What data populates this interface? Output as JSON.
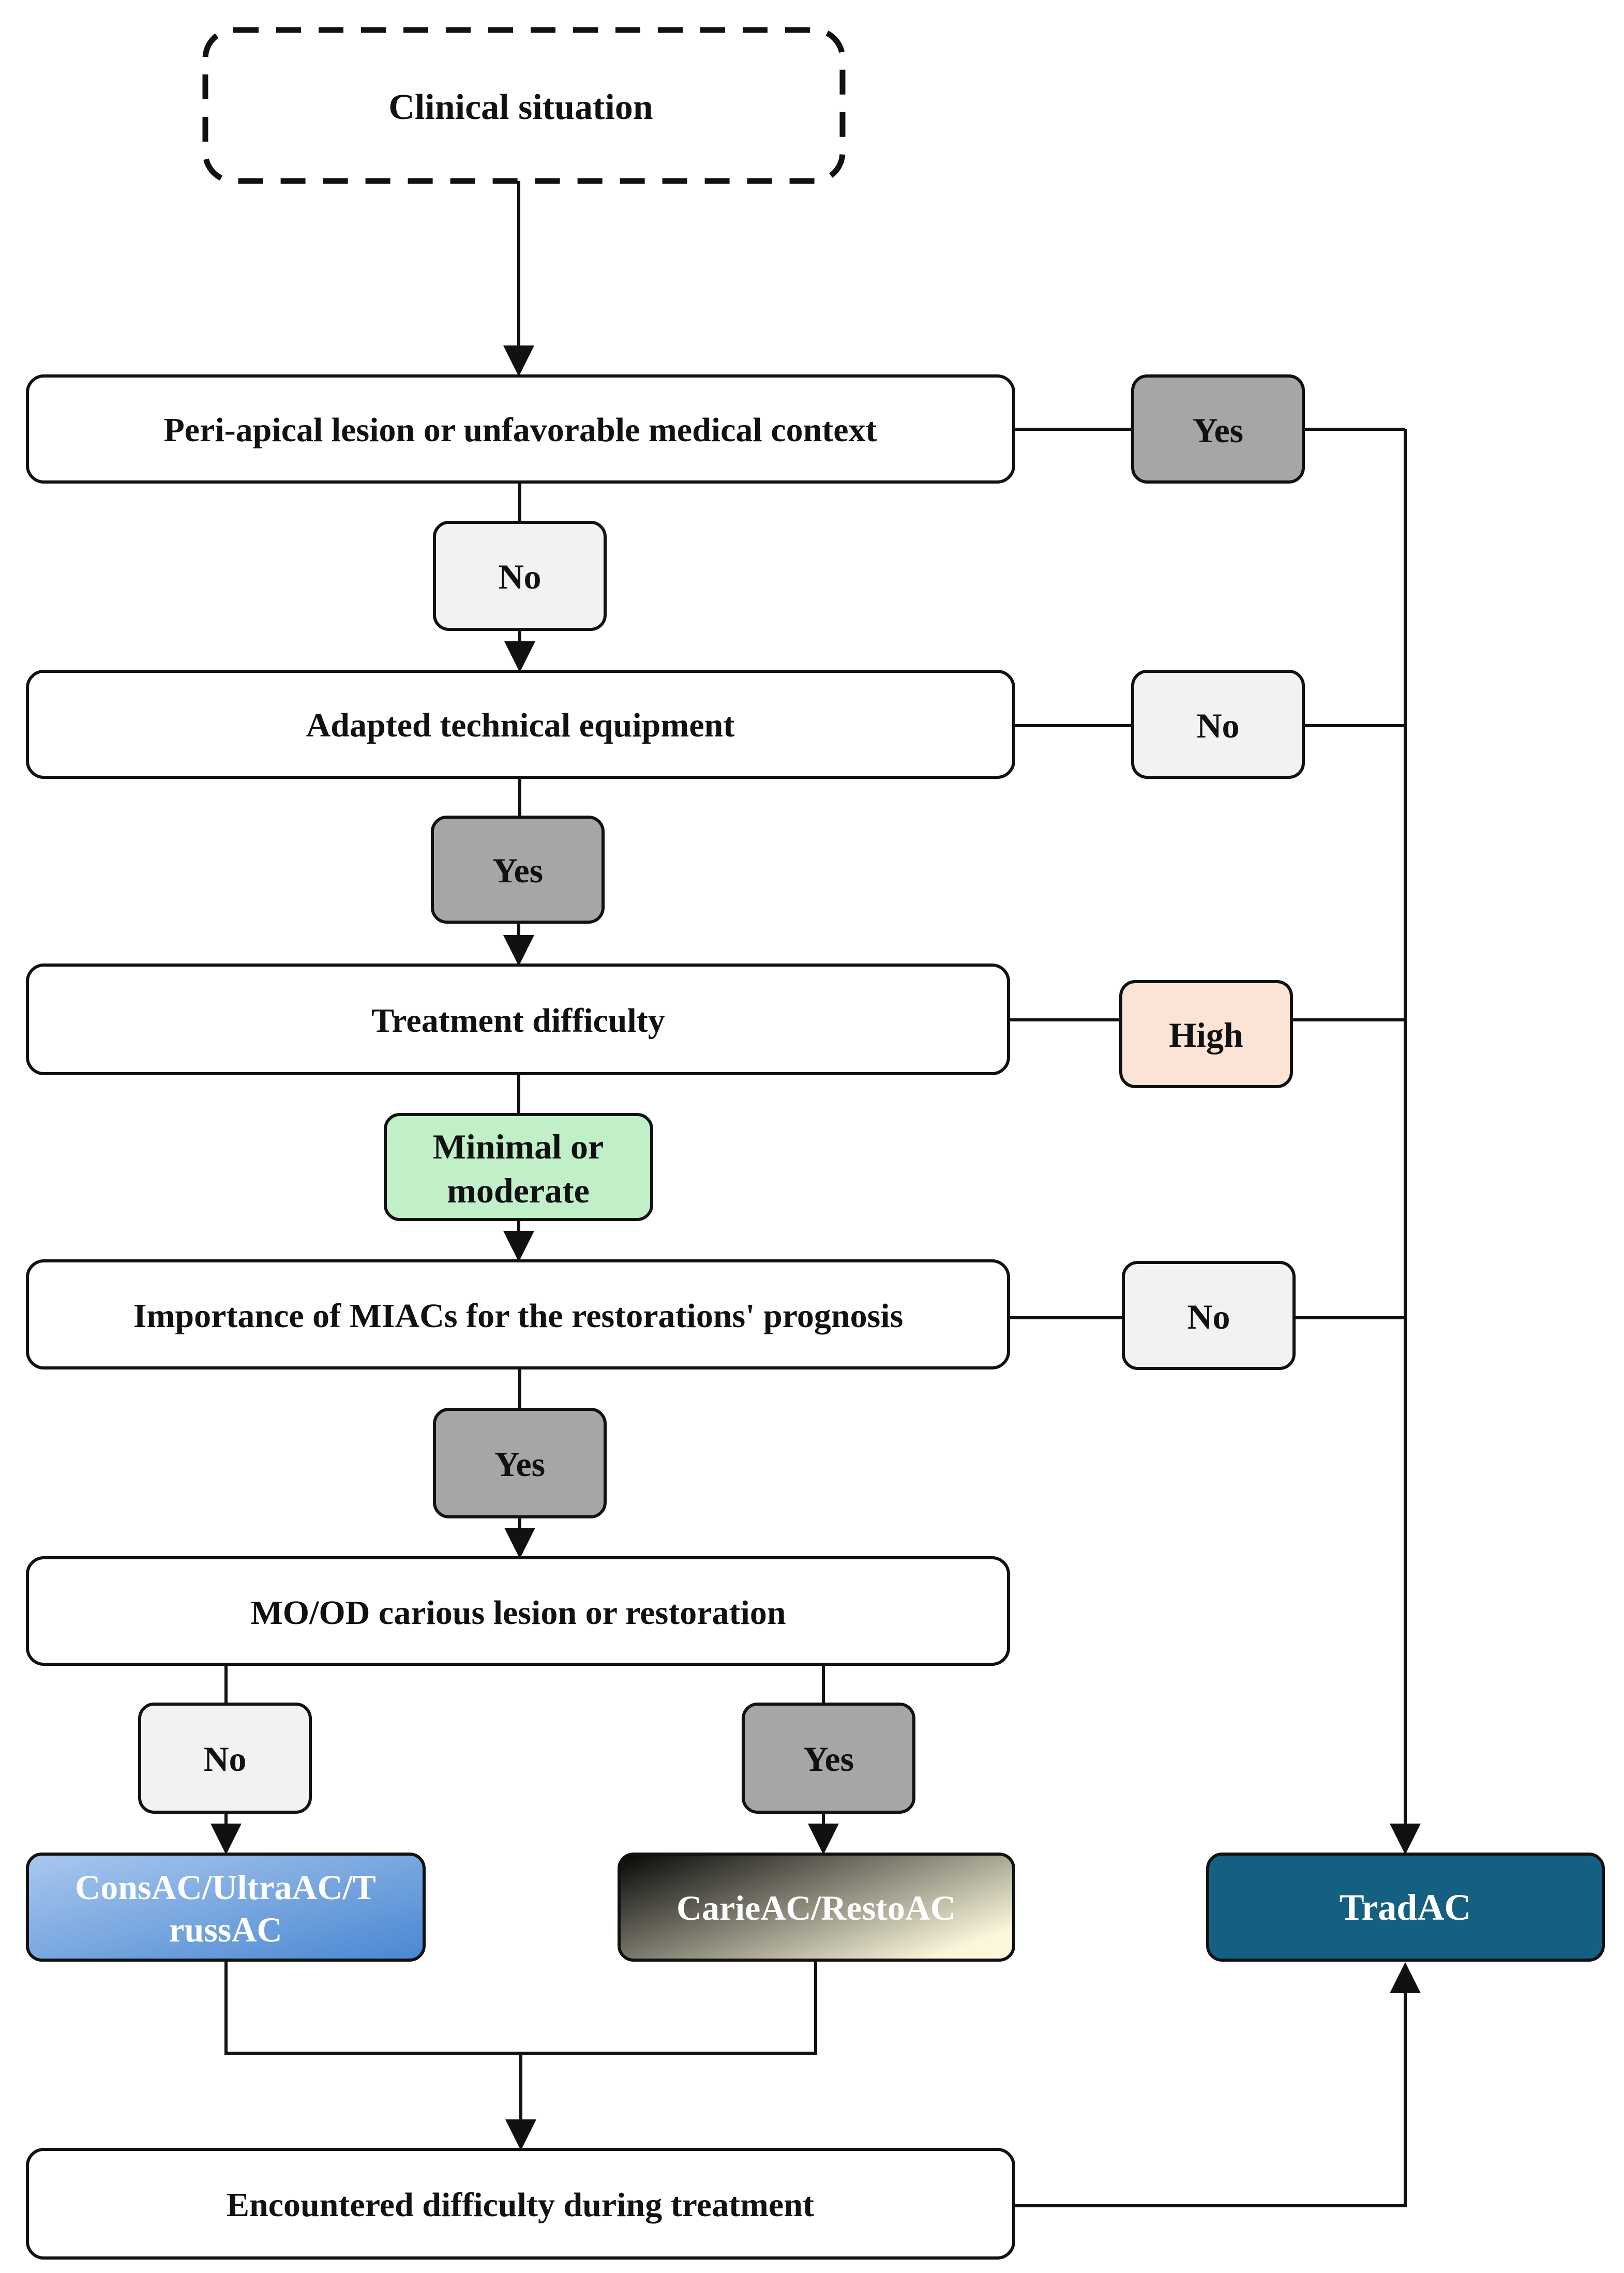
{
  "nodes": {
    "clinical_situation": "Clinical situation",
    "periapical": "Peri-apical lesion or unfavorable medical context",
    "equipment": "Adapted technical equipment",
    "difficulty": "Treatment difficulty",
    "importance": "Importance of MIACs for the restorations' prognosis",
    "caries": "MO/OD carious lesion or restoration",
    "encountered": "Encountered difficulty during treatment"
  },
  "decisions": {
    "periapical_yes": "Yes",
    "periapical_no": "No",
    "equipment_no": "No",
    "equipment_yes": "Yes",
    "difficulty_high": "High",
    "difficulty_low_line1": "Minimal or",
    "difficulty_low_line2": "moderate",
    "importance_no": "No",
    "importance_yes": "Yes",
    "caries_no": "No",
    "caries_yes": "Yes"
  },
  "outcomes": {
    "cons_line1": "ConsAC/UltraAC/T",
    "cons_line2": "russAC",
    "carie": "CarieAC/RestoAC",
    "trad": "TradAC"
  },
  "colors": {
    "yes_box": "#a6a6a6",
    "no_box": "#f2f2f2",
    "high_box": "#fbe3d6",
    "minimal_box": "#c1f0c8",
    "trad_box": "#156082",
    "cons_gradient": [
      "#a9c8ee",
      "#4a87d2"
    ],
    "carie_gradient": [
      "#050505",
      "#fbf7dc"
    ]
  }
}
